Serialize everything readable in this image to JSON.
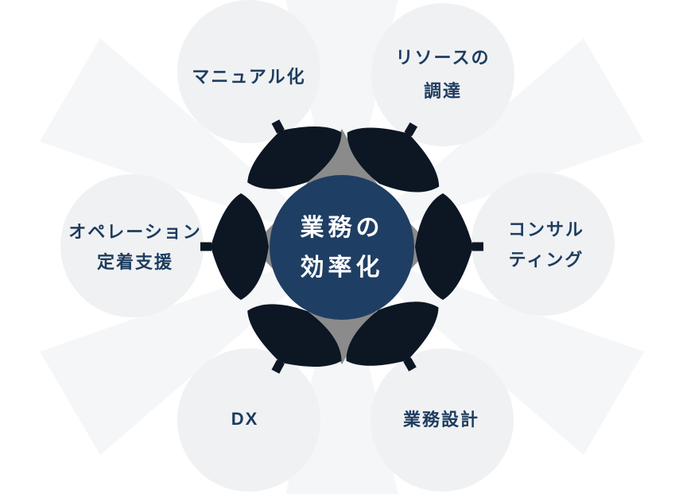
{
  "diagram": {
    "type": "hub-and-spoke infographic",
    "center": {
      "line1": "業務の",
      "line2": "効率化"
    },
    "nodes": {
      "manual": {
        "label": "マニュアル化"
      },
      "resource": {
        "line1": "リソースの",
        "line2": "調達"
      },
      "operation": {
        "line1": "オペレーション",
        "line2": "定着支援"
      },
      "consulting": {
        "line1": "コンサル",
        "line2": "ティング"
      },
      "dx": {
        "label": "DX"
      },
      "design": {
        "label": "業務設計"
      }
    },
    "colors": {
      "background": "#ffffff",
      "center_circle": "#1f3e63",
      "center_text": "#ffffff",
      "arrow": "#0d1623",
      "hub_star": "#8b8b8b",
      "node_halo": "#f0f1f3",
      "gap_wedge": "#f5f6f8",
      "label_text": "#1d3c5f"
    }
  }
}
